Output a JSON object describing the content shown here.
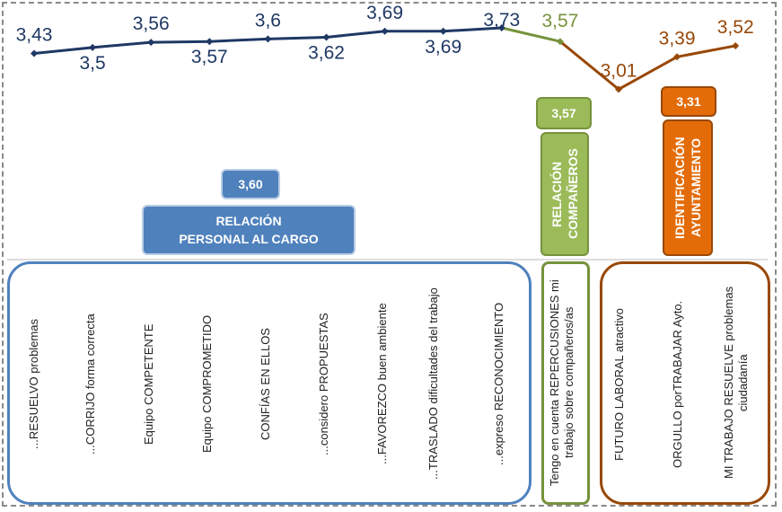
{
  "chart_data": {
    "type": "line",
    "categories": [
      "...RESUELVO problemas",
      "...CORRIJO forma correcta",
      "Equipo COMPETENTE",
      "Equipo COMPROMETIDO",
      "CONFÍAS EN ELLOS",
      "...considero PROPUESTAS",
      "...FAVOREZCO buen ambiente",
      "...TRASLADO dificultades del trabajo",
      "...expreso RECONOCIMIENTO",
      "Tengo en cuenta REPERCUSIONES mi trabajo sobre compañeros/as",
      "FUTURO LABORAL atractivo",
      "ORGULLO porTRABAJAR Ayto.",
      "MI TRABAJO RESUELVE problemas ciudadanía"
    ],
    "values": [
      3.43,
      3.5,
      3.56,
      3.57,
      3.6,
      3.62,
      3.69,
      3.69,
      3.73,
      3.57,
      3.01,
      3.39,
      3.52
    ],
    "value_labels": [
      "3,43",
      "3,5",
      "3,56",
      "3,57",
      "3,6",
      "3,62",
      "3,69",
      "3,69",
      "3,73",
      "3,57",
      "3,01",
      "3,39",
      "3,52"
    ],
    "groups": [
      {
        "name": "RELACIÓN PERSONAL AL CARGO",
        "line1": "RELACIÓN",
        "line2": "PERSONAL AL CARGO",
        "average": "3,60",
        "color": "#1F3864",
        "box_color": "#4F81BD",
        "range": [
          0,
          8
        ]
      },
      {
        "name": "RELACIÓN COMPAÑEROS",
        "line1": "RELACIÓN",
        "line2": "COMPAÑEROS",
        "average": "3,57",
        "color": "#76923C",
        "box_color": "#9BBB59",
        "range": [
          9,
          9
        ]
      },
      {
        "name": "IDENTIFICACIÓN AYUNTAMIENTO",
        "line1": "IDENTIFICACIÓN",
        "line2": "AYUNTAMIENTO",
        "average": "3,31",
        "color": "#984807",
        "box_color": "#E36C09",
        "range": [
          10,
          12
        ]
      }
    ],
    "grid": false,
    "legend": "none"
  }
}
